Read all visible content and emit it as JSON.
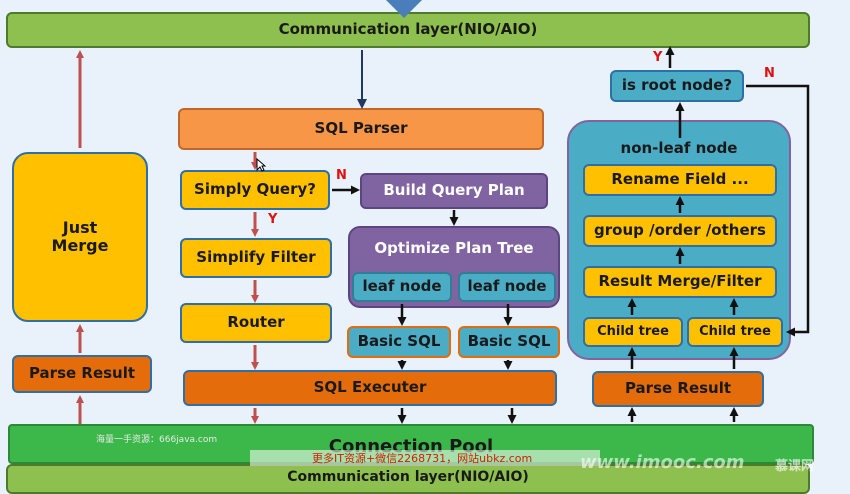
{
  "nodes": {
    "comm_top": "Communication layer(NIO/AIO)",
    "sql_parser": "SQL Parser",
    "simply_query": "Simply Query?",
    "build_query_plan": "Build Query Plan",
    "optimize_plan_tree": "Optimize Plan Tree",
    "leaf_node_1": "leaf node",
    "leaf_node_2": "leaf node",
    "simplify_filter": "Simplify  Filter",
    "router": "Router",
    "basic_sql_1": "Basic SQL",
    "basic_sql_2": "Basic SQL",
    "sql_executer": "SQL Executer",
    "just_merge": "Just\nMerge",
    "parse_result_left": "Parse Result",
    "parse_result_right": "Parse Result",
    "is_root_node": "is root node?",
    "non_leaf_node": "non-leaf node",
    "rename_field": "Rename Field ...",
    "group_order": "group /order /others",
    "result_merge": "Result Merge/Filter",
    "child_tree_1": "Child tree",
    "child_tree_2": "Child tree",
    "connection_pool": "Connection Pool",
    "comm_bottom": "Communication layer(NIO/AIO)"
  },
  "labels": {
    "n_simply": "N",
    "y_simply": "Y",
    "y_root": "Y",
    "n_root": "N"
  },
  "watermarks": {
    "left": "海量一手资源：666java.com",
    "center": "更多IT资源+微信2268731，网站ubkz.com",
    "imooc": "www.imooc.com",
    "logo": "慕课网"
  },
  "colors": {
    "green": "#8ec04f",
    "orange": "#f79646",
    "dark_orange": "#e46c0a",
    "yellow": "#ffc000",
    "purple": "#8064a2",
    "teal": "#4bacc6",
    "red_arrow": "#c0504d",
    "navy_arrow": "#1f3864",
    "pool_green": "#3cb84a"
  }
}
